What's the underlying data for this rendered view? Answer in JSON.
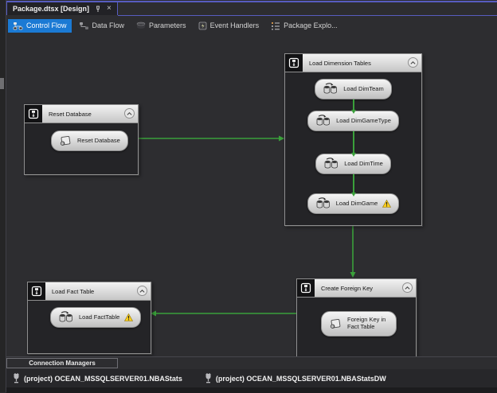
{
  "window": {
    "tab_title": "Package.dtsx [Design]"
  },
  "toolbar": {
    "tabs": [
      {
        "label": "Control Flow",
        "active": true
      },
      {
        "label": "Data Flow",
        "active": false
      },
      {
        "label": "Parameters",
        "active": false
      },
      {
        "label": "Event Handlers",
        "active": false
      },
      {
        "label": "Package Explo...",
        "active": false
      }
    ]
  },
  "canvas": {
    "containers": [
      {
        "id": "reset-database",
        "title": "Reset Database",
        "tasks": [
          {
            "label": "Reset Database",
            "icon": "sql-task",
            "warning": false
          }
        ]
      },
      {
        "id": "load-dimension-tables",
        "title": "Load Dimension Tables",
        "tasks": [
          {
            "label": "Load DimTeam",
            "icon": "data-flow-task",
            "warning": false
          },
          {
            "label": "Load DimGameType",
            "icon": "data-flow-task",
            "warning": false
          },
          {
            "label": "Load DimTime",
            "icon": "data-flow-task",
            "warning": false
          },
          {
            "label": "Load DimGame",
            "icon": "data-flow-task",
            "warning": true
          }
        ]
      },
      {
        "id": "create-foreign-key",
        "title": "Create Foreign Key",
        "tasks": [
          {
            "label": "Foreign Key in Fact Table",
            "icon": "sql-task",
            "warning": false
          }
        ]
      },
      {
        "id": "load-fact-table",
        "title": "Load Fact Table",
        "tasks": [
          {
            "label": "Load FactTable",
            "icon": "data-flow-task",
            "warning": true
          }
        ]
      }
    ],
    "connectors": [
      {
        "from": "reset-database",
        "to": "load-dimension-tables"
      },
      {
        "from": "load-dimension-tables",
        "to": "create-foreign-key"
      },
      {
        "from": "create-foreign-key",
        "to": "load-fact-table"
      }
    ]
  },
  "connection_managers": {
    "panel_title": "Connection Managers",
    "items": [
      "(project) OCEAN_MSSQLSERVER01.NBAStats",
      "(project) OCEAN_MSSQLSERVER01.NBAStatsDW"
    ]
  },
  "colors": {
    "accent_line": "#575cc0",
    "active_tab_blue": "#1b7ad4",
    "connector_green": "#3aa03a",
    "warning_yellow": "#ffd21e",
    "canvas_bg": "#2d2d30",
    "container_bg": "#242427"
  }
}
